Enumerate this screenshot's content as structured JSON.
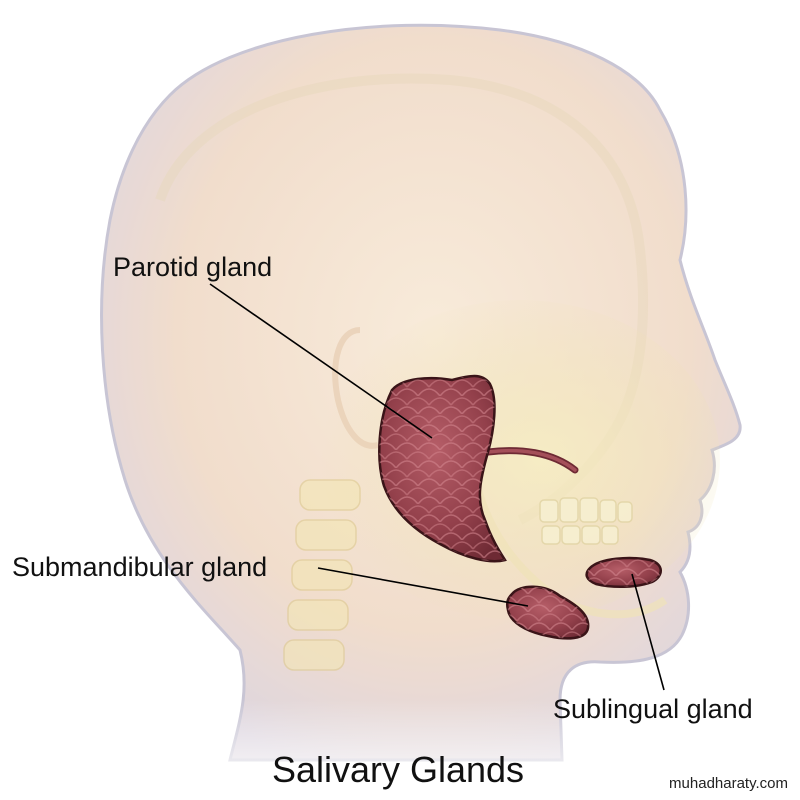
{
  "labels": {
    "parotid": "Parotid gland",
    "submandibular": "Submandibular gland",
    "sublingual": "Sublingual gland"
  },
  "title": "Salivary Glands",
  "watermark": "muhadharaty.com",
  "colors": {
    "gland_fill": "#8b3a44",
    "gland_highlight": "#b8636a",
    "gland_outline": "#3a1418",
    "skin": "#f3dcc6",
    "skin_shadow": "#c9c8d6",
    "bone": "#f1e6b2",
    "leader_line": "#000000"
  }
}
